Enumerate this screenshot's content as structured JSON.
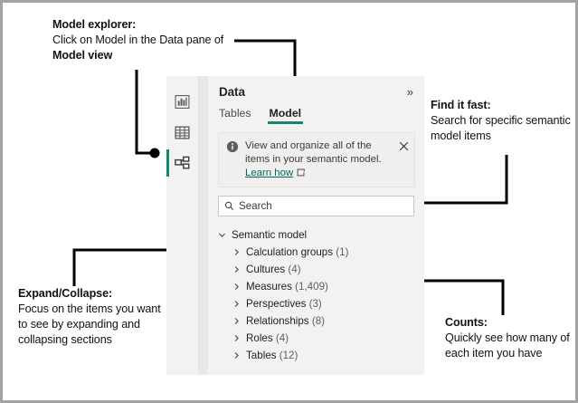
{
  "callouts": [
    {
      "id": "model-explorer",
      "title": "Model explorer:",
      "body_pre": "Click on Model in the Data pane of ",
      "body_bold": "Model view",
      "body_post": ""
    },
    {
      "id": "find-it-fast",
      "title": "Find it fast:",
      "body_pre": "Search for specific semantic model items",
      "body_bold": "",
      "body_post": ""
    },
    {
      "id": "counts",
      "title": "Counts:",
      "body_pre": "Quickly see how many of each item you have",
      "body_bold": "",
      "body_post": ""
    },
    {
      "id": "expand-collapse",
      "title": "Expand/Collapse:",
      "body_pre": "Focus on the items you want to see by expanding and collapsing sections",
      "body_bold": "",
      "body_post": ""
    }
  ],
  "panel": {
    "view_rail": {
      "items": [
        {
          "icon": "report-view-icon",
          "selected": false
        },
        {
          "icon": "table-view-icon",
          "selected": false
        },
        {
          "icon": "model-view-icon",
          "selected": true
        }
      ]
    },
    "header": {
      "title": "Data",
      "collapse_icon": "chevron-double-right-icon",
      "collapse_glyph": "»"
    },
    "tabs": [
      {
        "label": "Tables",
        "active": false
      },
      {
        "label": "Model",
        "active": true
      }
    ],
    "info_banner": {
      "icon": "info-icon",
      "text": "View and organize all of the items in your semantic model.",
      "link_label": "Learn how",
      "link_icon": "external-link-icon",
      "close_icon": "close-icon"
    },
    "search": {
      "icon": "search-icon",
      "placeholder": "Search",
      "value": ""
    },
    "tree": {
      "root": {
        "label": "Semantic model",
        "expanded": true,
        "chevron": "chevron-down-icon"
      },
      "items": [
        {
          "label": "Calculation groups",
          "count": "(1)",
          "chevron": "chevron-right-icon"
        },
        {
          "label": "Cultures",
          "count": "(4)",
          "chevron": "chevron-right-icon"
        },
        {
          "label": "Measures",
          "count": "(1,409)",
          "chevron": "chevron-right-icon"
        },
        {
          "label": "Perspectives",
          "count": "(3)",
          "chevron": "chevron-right-icon"
        },
        {
          "label": "Relationships",
          "count": "(8)",
          "chevron": "chevron-right-icon"
        },
        {
          "label": "Roles",
          "count": "(4)",
          "chevron": "chevron-right-icon"
        },
        {
          "label": "Tables",
          "count": "(12)",
          "chevron": "chevron-right-icon"
        }
      ]
    }
  },
  "colors": {
    "accent_teal": "#118673",
    "panel_bg": "#f3f2f1",
    "link": "#006b5d",
    "leader_line": "#000000",
    "frame_border": "#a3a3a3"
  }
}
